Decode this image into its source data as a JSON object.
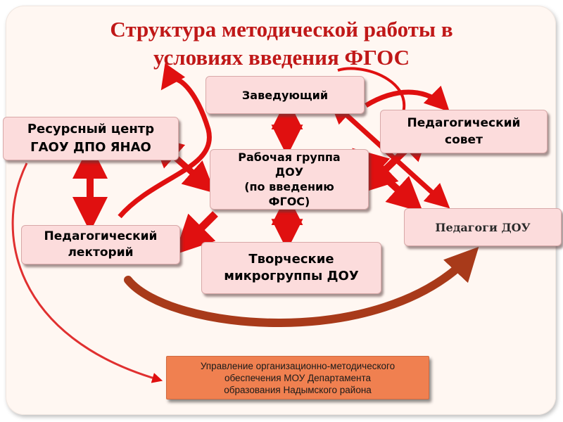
{
  "title": {
    "line1": "Структура методической работы в",
    "line2": "условиях введения ФГОС"
  },
  "boxes": {
    "head": {
      "line1": "Заведующий"
    },
    "resource": {
      "line1": "Ресурсный центр",
      "line2": "ГАОУ ДПО ЯНАО"
    },
    "council": {
      "line1": "Педагогический",
      "line2": "совет"
    },
    "group": {
      "line1": "Рабочая группа",
      "line2": "ДОУ",
      "line3": "(по введению",
      "line4": "ФГОС)"
    },
    "lecture": {
      "line1": "Педагогический",
      "line2": "лекторий"
    },
    "teachers": {
      "line1": "Педагоги ДОУ"
    },
    "micro": {
      "line1": "Творческие",
      "line2": "микрогруппы ДОУ"
    },
    "dept": {
      "line1": "Управление организационно-методического",
      "line2": "обеспечения МОУ Департамента",
      "line3": "образования Надымского района"
    }
  },
  "colors": {
    "title": "#c01818",
    "box_fill": "#fcdcdc",
    "dept_fill": "#f08050",
    "arrow_red": "#e01010",
    "arrow_brown": "#a83a1a"
  }
}
